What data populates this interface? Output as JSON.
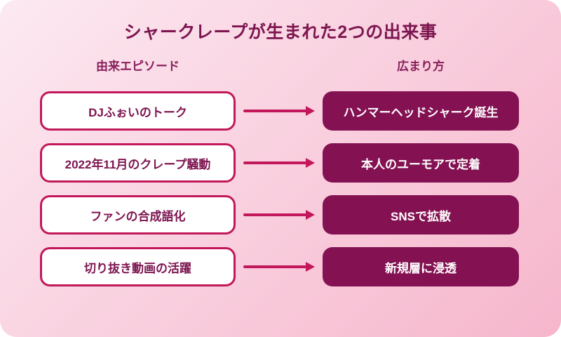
{
  "title": "シャークレープが生まれた2つの出来事",
  "columns": {
    "left_header": "由来エピソード",
    "right_header": "広まり方"
  },
  "rows": [
    {
      "source": "DJふぉいのトーク",
      "result": "ハンマーヘッドシャーク誕生"
    },
    {
      "source": "2022年11月のクレープ騒動",
      "result": "本人のユーモアで定着"
    },
    {
      "source": "ファンの合成語化",
      "result": "SNSで拡散"
    },
    {
      "source": "切り抜き動画の活躍",
      "result": "新規層に浸透"
    }
  ],
  "colors": {
    "accent": "#c2185b",
    "dark_box": "#841152",
    "title_text": "#7d1550",
    "header_text": "#8a1f5c",
    "box_text": "#7d1550",
    "bg_gradient_start": "#fce9f1",
    "bg_gradient_end": "#f6b6cc"
  }
}
